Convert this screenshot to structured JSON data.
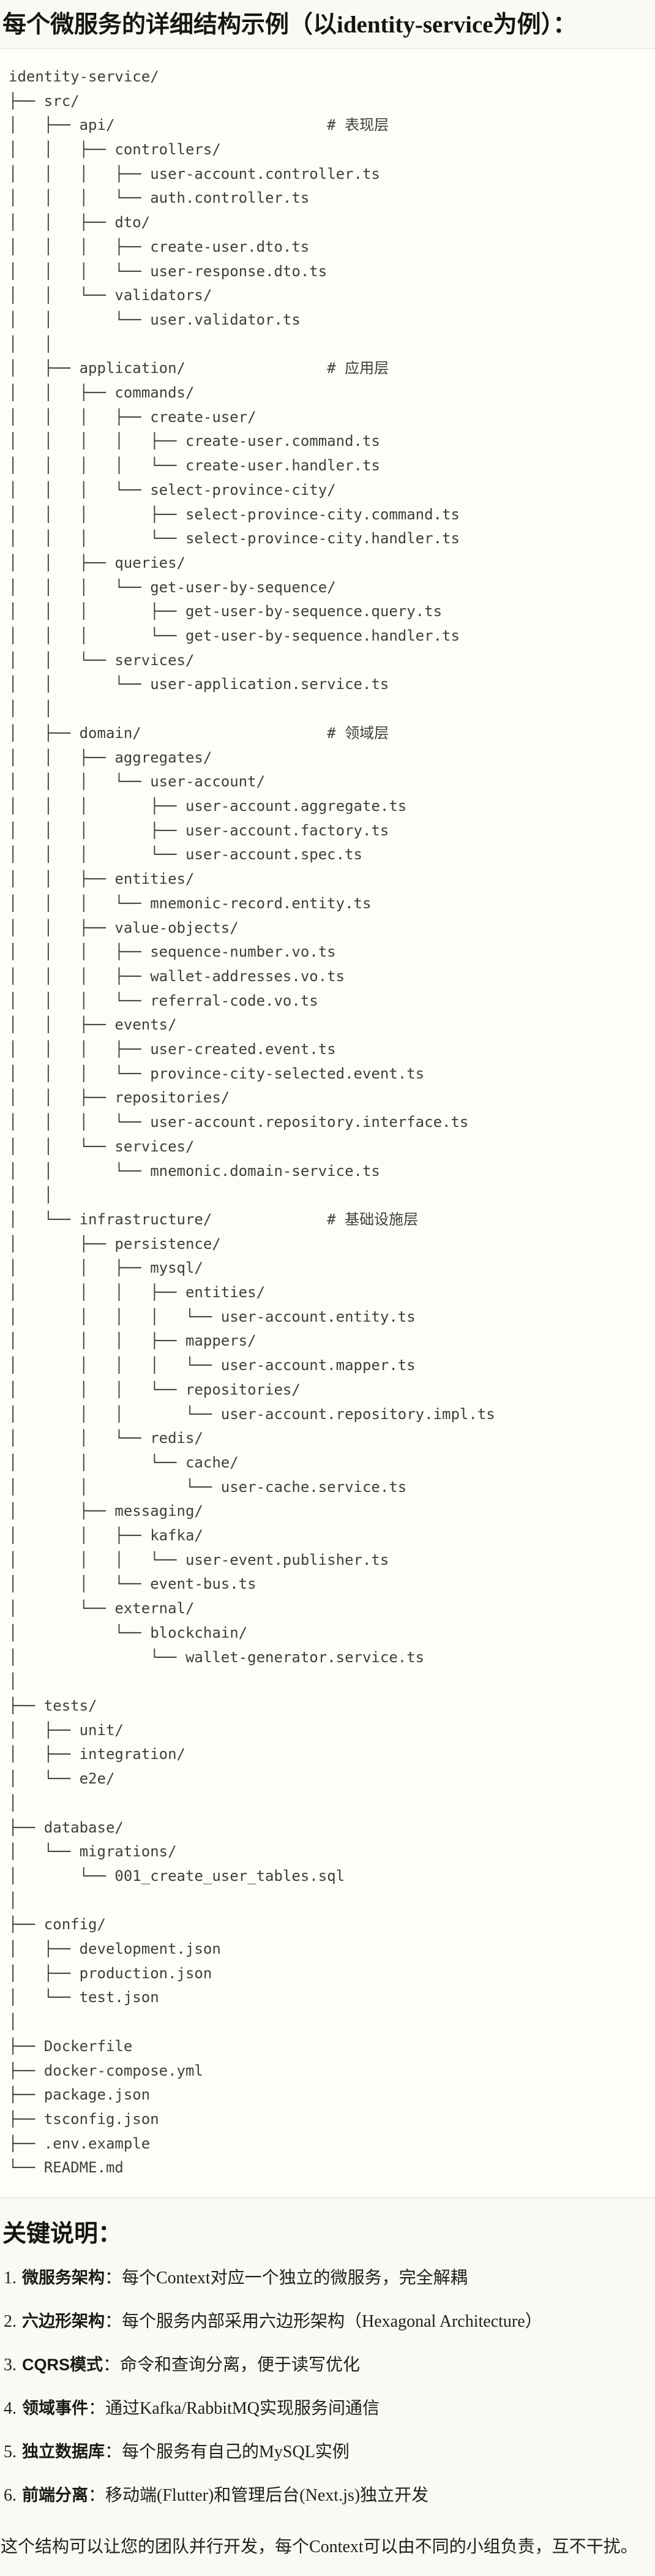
{
  "heading": "每个微服务的详细结构示例（以identity-service为例）：",
  "tree_lines": [
    "identity-service/",
    "├── src/",
    "│   ├── api/                        # 表现层",
    "│   │   ├── controllers/",
    "│   │   │   ├── user-account.controller.ts",
    "│   │   │   └── auth.controller.ts",
    "│   │   ├── dto/",
    "│   │   │   ├── create-user.dto.ts",
    "│   │   │   └── user-response.dto.ts",
    "│   │   └── validators/",
    "│   │       └── user.validator.ts",
    "│   │",
    "│   ├── application/                # 应用层",
    "│   │   ├── commands/",
    "│   │   │   ├── create-user/",
    "│   │   │   │   ├── create-user.command.ts",
    "│   │   │   │   └── create-user.handler.ts",
    "│   │   │   └── select-province-city/",
    "│   │   │       ├── select-province-city.command.ts",
    "│   │   │       └── select-province-city.handler.ts",
    "│   │   ├── queries/",
    "│   │   │   └── get-user-by-sequence/",
    "│   │   │       ├── get-user-by-sequence.query.ts",
    "│   │   │       └── get-user-by-sequence.handler.ts",
    "│   │   └── services/",
    "│   │       └── user-application.service.ts",
    "│   │",
    "│   ├── domain/                     # 领域层",
    "│   │   ├── aggregates/",
    "│   │   │   └── user-account/",
    "│   │   │       ├── user-account.aggregate.ts",
    "│   │   │       ├── user-account.factory.ts",
    "│   │   │       └── user-account.spec.ts",
    "│   │   ├── entities/",
    "│   │   │   └── mnemonic-record.entity.ts",
    "│   │   ├── value-objects/",
    "│   │   │   ├── sequence-number.vo.ts",
    "│   │   │   ├── wallet-addresses.vo.ts",
    "│   │   │   └── referral-code.vo.ts",
    "│   │   ├── events/",
    "│   │   │   ├── user-created.event.ts",
    "│   │   │   └── province-city-selected.event.ts",
    "│   │   ├── repositories/",
    "│   │   │   └── user-account.repository.interface.ts",
    "│   │   └── services/",
    "│   │       └── mnemonic.domain-service.ts",
    "│   │",
    "│   └── infrastructure/             # 基础设施层",
    "│       ├── persistence/",
    "│       │   ├── mysql/",
    "│       │   │   ├── entities/",
    "│       │   │   │   └── user-account.entity.ts",
    "│       │   │   ├── mappers/",
    "│       │   │   │   └── user-account.mapper.ts",
    "│       │   │   └── repositories/",
    "│       │   │       └── user-account.repository.impl.ts",
    "│       │   └── redis/",
    "│       │       └── cache/",
    "│       │           └── user-cache.service.ts",
    "│       ├── messaging/",
    "│       │   ├── kafka/",
    "│       │   │   └── user-event.publisher.ts",
    "│       │   └── event-bus.ts",
    "│       └── external/",
    "│           └── blockchain/",
    "│               └── wallet-generator.service.ts",
    "│",
    "├── tests/",
    "│   ├── unit/",
    "│   ├── integration/",
    "│   └── e2e/",
    "│",
    "├── database/",
    "│   └── migrations/",
    "│       └── 001_create_user_tables.sql",
    "│",
    "├── config/",
    "│   ├── development.json",
    "│   ├── production.json",
    "│   └── test.json",
    "│",
    "├── Dockerfile",
    "├── docker-compose.yml",
    "├── package.json",
    "├── tsconfig.json",
    "├── .env.example",
    "└── README.md"
  ],
  "notes": {
    "heading": "关键说明：",
    "items": [
      {
        "num": "1.",
        "label": "微服务架构",
        "text": "：每个Context对应一个独立的微服务，完全解耦"
      },
      {
        "num": "2.",
        "label": "六边形架构",
        "text": "：每个服务内部采用六边形架构（Hexagonal Architecture）"
      },
      {
        "num": "3.",
        "label": "CQRS模式",
        "text": "：命令和查询分离，便于读写优化"
      },
      {
        "num": "4.",
        "label": "领域事件",
        "text": "：通过Kafka/RabbitMQ实现服务间通信"
      },
      {
        "num": "5.",
        "label": "独立数据库",
        "text": "：每个服务有自己的MySQL实例"
      },
      {
        "num": "6.",
        "label": "前端分离",
        "text": "：移动端(Flutter)和管理后台(Next.js)独立开发"
      }
    ],
    "footer": "这个结构可以让您的团队并行开发，每个Context可以由不同的小组负责，互不干扰。"
  },
  "colors": {
    "page_bg": "#faf9f4",
    "code_bg": "#fdfdfa",
    "code_border": "#e1e0d8",
    "code_text": "#3f3e39",
    "heading_text": "#161511"
  }
}
